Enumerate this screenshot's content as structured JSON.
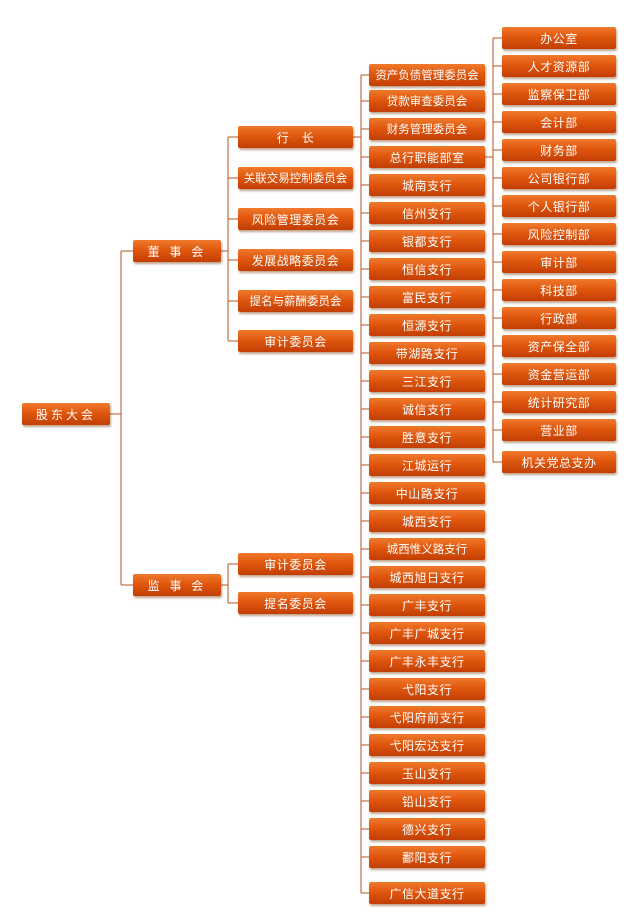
{
  "root": "股东大会",
  "board": "董 事 会",
  "supervisory_board": "监 事 会",
  "board_children": [
    "行　长",
    "关联交易控制委员会",
    "风险管理委员会",
    "发展战略委员会",
    "提名与薪酬委员会",
    "审计委员会"
  ],
  "supervisory_children": [
    "审计委员会",
    "提名委员会"
  ],
  "president_children": [
    "资产负债管理委员会",
    "贷款审查委员会",
    "财务管理委员会",
    "总行职能部室",
    "城南支行",
    "信州支行",
    "银都支行",
    "恒信支行",
    "富民支行",
    "恒源支行",
    "带湖路支行",
    "三江支行",
    "诚信支行",
    "胜意支行",
    "江城运行",
    "中山路支行",
    "城西支行",
    "城西惟义路支行",
    "城西旭日支行",
    "广丰支行",
    "广丰广城支行",
    "广丰永丰支行",
    "弋阳支行",
    "弋阳府前支行",
    "弋阳宏达支行",
    "玉山支行",
    "铅山支行",
    "德兴支行",
    "鄱阳支行",
    "广信大道支行"
  ],
  "departments": [
    "办公室",
    "人才资源部",
    "监察保卫部",
    "会计部",
    "财务部",
    "公司银行部",
    "个人银行部",
    "风险控制部",
    "审计部",
    "科技部",
    "行政部",
    "资产保全部",
    "资金营运部",
    "统计研究部",
    "营业部",
    "机关党总支办"
  ],
  "colors": {
    "box_top": "#f07a2c",
    "box_bottom": "#c23e04",
    "line": "#b5562a"
  }
}
